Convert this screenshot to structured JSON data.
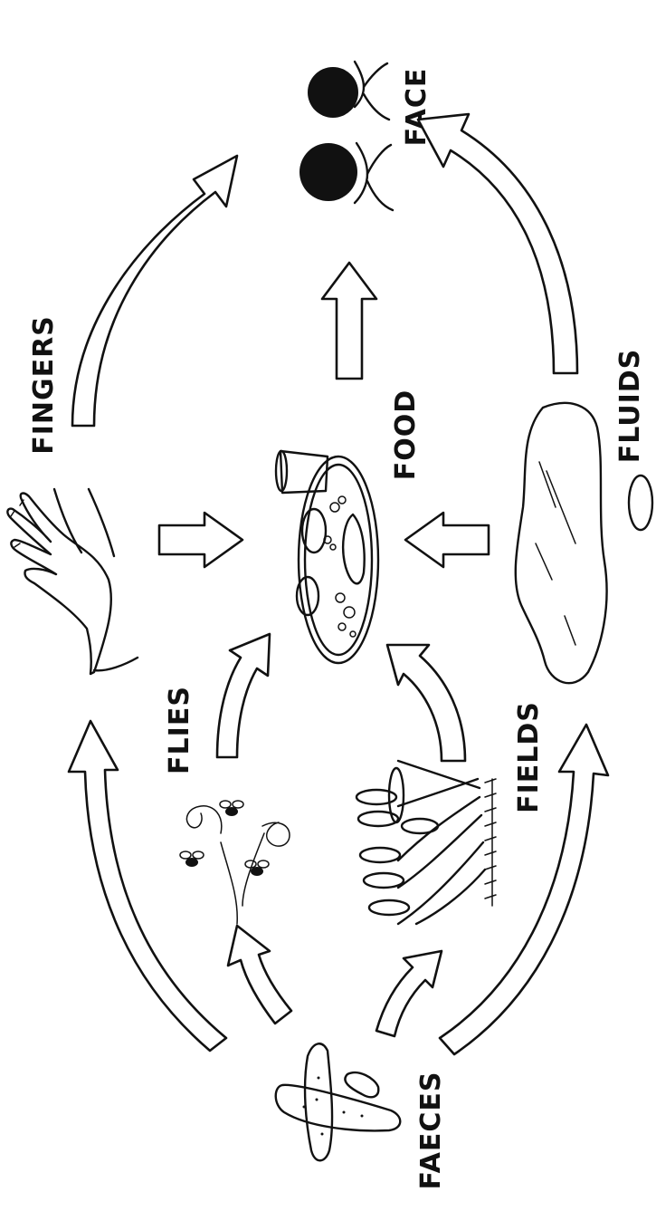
{
  "diagram": {
    "labels": {
      "face": "FACE",
      "fingers": "FINGERS",
      "food": "FOOD",
      "fluids": "FLUIDS",
      "flies": "FLIES",
      "fields": "FIELDS",
      "faeces": "FAECES"
    },
    "colors": {
      "ink": "#111111",
      "paper": "#ffffff"
    }
  }
}
